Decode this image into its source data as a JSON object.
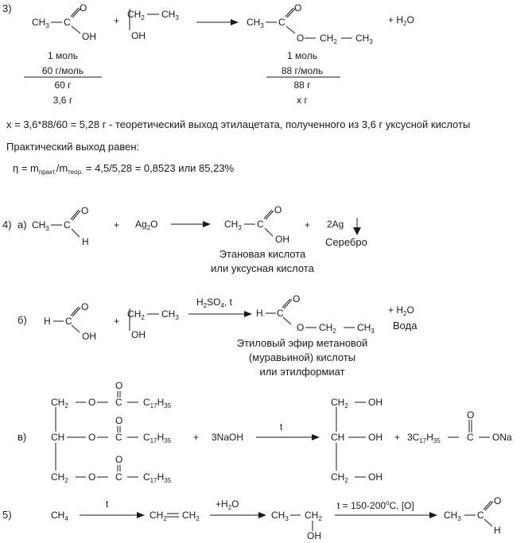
{
  "p3": {
    "num": "3)",
    "r1": {
      "ch3": "CH",
      "ch3_sub": "3",
      "dash": "–",
      "c": "C",
      "o": "O",
      "oh": "OH"
    },
    "plus": "+",
    "r2": {
      "ch2": "CH",
      "ch2_sub": "2",
      "ch3": "CH",
      "ch3_sub": "3",
      "oh": "OH"
    },
    "p1": {
      "ch3": "CH",
      "ch3_sub": "3",
      "c": "C",
      "o_dbl": "O",
      "o": "O",
      "ch2": "CH",
      "ch2_sub": "2",
      "ch3b": "CH",
      "ch3b_sub": "3"
    },
    "water": {
      "plus": "+",
      "h": "H",
      "h_sub": "2",
      "o": "O"
    },
    "left_calc": [
      "1 моль",
      "60 г/моль",
      "60 г",
      "3,6 г"
    ],
    "right_calc": [
      "1 моль",
      "88 г/моль",
      "88 г",
      "х г"
    ],
    "line_x": "x = 3,6*88/60 = 5,28 г - теоретический выход этилацетата, полученного из 3,6 г уксусной кислоты",
    "practical": "Практический выход равен:",
    "eta": {
      "pre": "η = m",
      "sub1": "практ.",
      "mid": "/m",
      "sub2": "теор.",
      "post": " = 4,5/5,28 = 0,8523 или 85,23%"
    }
  },
  "p4": {
    "num": "4)",
    "a": {
      "label": "а)",
      "ag2o": {
        "ag": "Ag",
        "sub": "2",
        "o": "O"
      },
      "product_caption": [
        "Этановая кислота",
        "или уксусная кислота"
      ],
      "silver": {
        "text": "2Ag",
        "caption": "Серебро"
      }
    },
    "b": {
      "label": "б)",
      "cond": {
        "h": "H",
        "h_sub": "2",
        "so": "SO",
        "so_sub": "4",
        "t": ", t"
      },
      "h": "H",
      "caption": [
        "Этиловый эфир метановой",
        "(муравьиной) кислоты",
        "или этилформиат"
      ],
      "water": "+ H",
      "water_sub": "2",
      "water_o": "O",
      "water_caption": "Вода"
    },
    "v": {
      "label": "в)",
      "c17": "C",
      "c17_sub": "17",
      "h35": "H",
      "h35_sub": "35",
      "naoh": "3NaOH",
      "t": "t",
      "oh": "OH",
      "product2": {
        "coef": "3C",
        "c_sub": "17",
        "h": "H",
        "h_sub": "35",
        "ona": "ONa"
      }
    }
  },
  "p5": {
    "num": "5)",
    "ch4": "CH",
    "ch4_sub": "4",
    "t": "t",
    "h2o": "+H",
    "h2o_sub": "2",
    "h2o_o": "O",
    "cond3": {
      "pre": "t = 150-200",
      "sup": "o",
      "post": "C, [O]"
    }
  }
}
